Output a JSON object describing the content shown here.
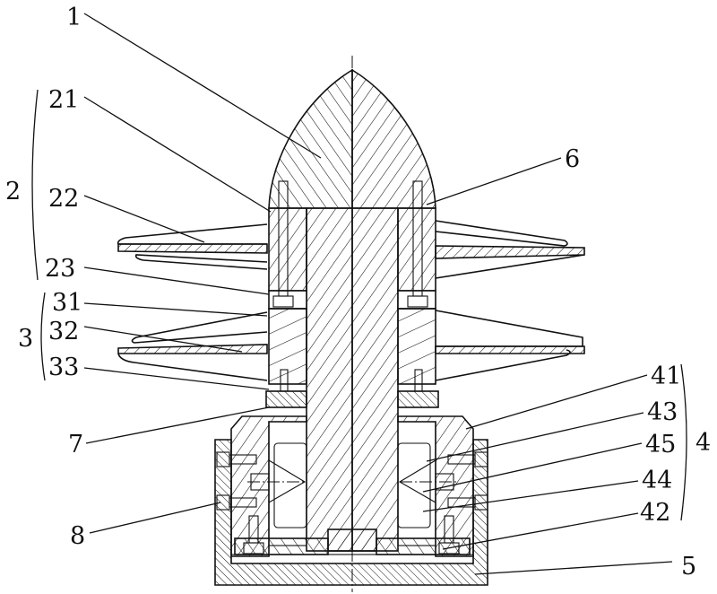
{
  "figure": {
    "title": "Cross-sectional view of insulator / bearing assembly",
    "colors": {
      "ink": "#111111",
      "paper": "#ffffff"
    }
  },
  "labels": {
    "part_1": "1",
    "part_2": "2",
    "part_21": "21",
    "part_22": "22",
    "part_23": "23",
    "part_3": "3",
    "part_31": "31",
    "part_32": "32",
    "part_33": "33",
    "part_4": "4",
    "part_41": "41",
    "part_42": "42",
    "part_43": "43",
    "part_44": "44",
    "part_45": "45",
    "part_5": "5",
    "part_6": "6",
    "part_7": "7",
    "part_8": "8"
  },
  "groups": {
    "group_2_members": [
      "21",
      "22",
      "23"
    ],
    "group_3_members": [
      "31",
      "32",
      "33"
    ],
    "group_4_members": [
      "41",
      "43",
      "45",
      "44",
      "42"
    ]
  }
}
